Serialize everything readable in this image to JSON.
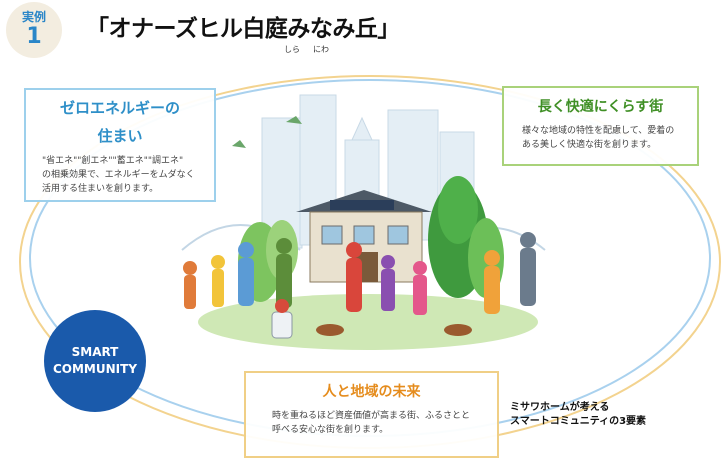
{
  "badge": {
    "kanji": "実例",
    "number": "1"
  },
  "title": "「オナーズヒル白庭みなみ丘」",
  "ruby": {
    "shira": "しら",
    "niwa": "にわ"
  },
  "boxes": {
    "zero_energy": {
      "title_line1": "ゼロエネルギーの",
      "title_line2": "住まい",
      "body_line1": "\"省エネ\"\"創エネ\"\"蓄エネ\"\"調エネ\"",
      "body_line2": "の相乗効果で、エネルギーをムダなく",
      "body_line3": "活用する住まいを創ります。"
    },
    "long_comfort": {
      "title": "長く快適にくらす街",
      "body_line1": "様々な地域の特性を配慮して、愛着の",
      "body_line2": "ある美しく快適な街を創ります。"
    },
    "future": {
      "title": "人と地域の未来",
      "body_line1": "時を重ねるほど資産価値が高まる街、ふるさとと",
      "body_line2": "呼べる安心な街を創ります。"
    }
  },
  "smart": {
    "line1": "SMART",
    "line2": "COMMUNITY"
  },
  "caption": {
    "line1": "ミサワホームが考える",
    "line2": "スマートコミュニティの3要素"
  },
  "colors": {
    "smart_circle": "#1a5aab",
    "zero_title": "#2e8fc8",
    "long_title": "#3f8f25",
    "future_title": "#e58c1d"
  }
}
